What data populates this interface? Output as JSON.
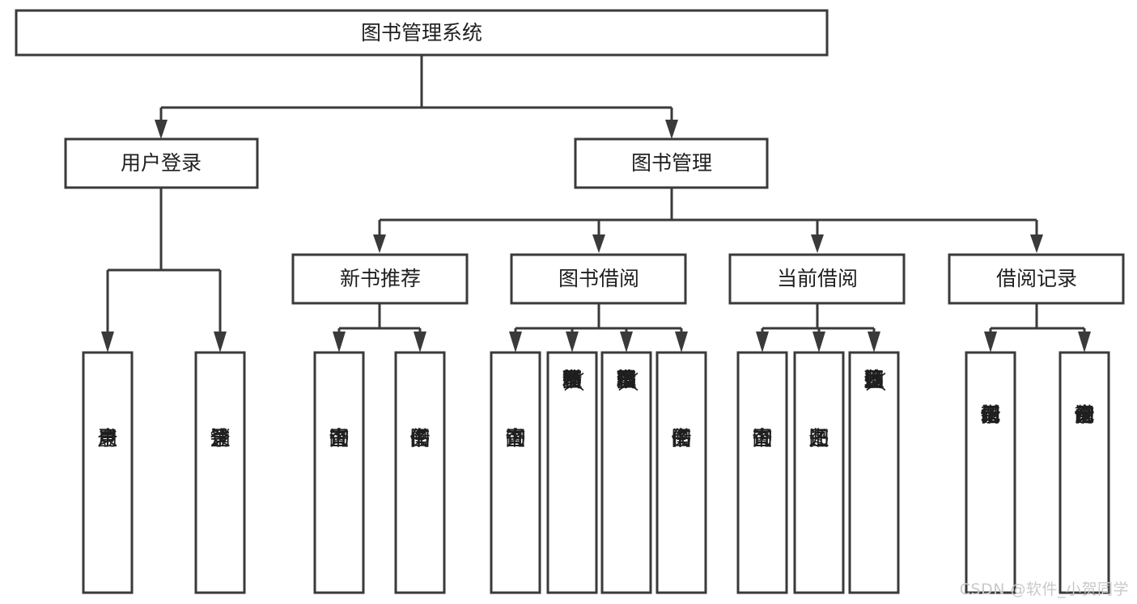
{
  "diagram": {
    "type": "tree-hierarchy-chart",
    "title": "图书管理系统",
    "orientation": "top-down",
    "colors": {
      "box_fill": "#ffffff",
      "box_stroke": "#3a3a3a",
      "text": "#1f1f1f",
      "connector": "#3a3a3a",
      "watermark": "#c9c9c9",
      "background": "#ffffff"
    },
    "root": {
      "label": "图书管理系统"
    },
    "level2": [
      {
        "label": "用户登录"
      },
      {
        "label": "图书管理"
      }
    ],
    "level3": [
      {
        "label": "新书推荐"
      },
      {
        "label": "图书借阅"
      },
      {
        "label": "当前借阅"
      },
      {
        "label": "借阅记录"
      }
    ],
    "leaves": {
      "user_login": [
        {
          "label": "用户登录"
        },
        {
          "label": "注销登录"
        }
      ],
      "new_book_recommend": [
        {
          "label": "查询图书"
        },
        {
          "label": "借阅图书"
        }
      ],
      "book_borrow": [
        {
          "label": "查询图书"
        },
        {
          "label": "新增图书（管理员）"
        },
        {
          "label": "编辑图书（管理员）"
        },
        {
          "label": "借阅图书"
        }
      ],
      "current_borrow": [
        {
          "label": "查询图书"
        },
        {
          "label": "归还图书"
        },
        {
          "label": "确认归还（管理员）"
        }
      ],
      "borrow_record": [
        {
          "label": "新增借阅记录"
        },
        {
          "label": "查询借阅记录"
        }
      ]
    }
  },
  "watermark": {
    "text": "CSDN @软件_小贺同学"
  }
}
